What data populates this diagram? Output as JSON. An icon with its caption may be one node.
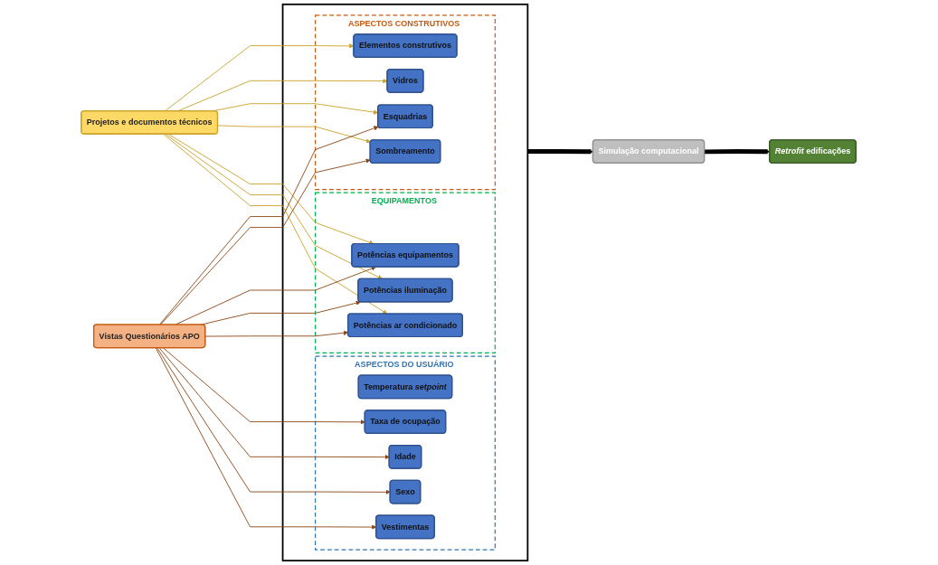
{
  "diagram": {
    "nodes": [
      {
        "text": [
          "Projetos e documentos técnicos"
        ]
      },
      {
        "text": [
          "Vistas Questionários APO"
        ]
      },
      {
        "text": [],
        "shape": "box"
      },
      {
        "text": [
          "ASPECTOS CONSTRUTIVOS"
        ],
        "in": 2
      },
      {
        "text": [
          "Elementos construtivos"
        ],
        "in": 3
      },
      {
        "text": [
          "Vidros"
        ],
        "in": 3
      },
      {
        "text": [
          "Esquadrias"
        ],
        "in": 3
      },
      {
        "text": [
          "Sombreamento"
        ],
        "in": 3
      },
      {
        "text": [
          "EQUIPAMENTOS"
        ],
        "in": 2
      },
      {
        "text": [
          "Potências equipamentos"
        ],
        "in": 8
      },
      {
        "text": [
          "Potências iluminação"
        ],
        "in": 8
      },
      {
        "text": [
          "Potências ar condicionado"
        ],
        "in": 8
      },
      {
        "text": [
          "ASPECTOS DO USUÁRIO"
        ],
        "in": 2
      },
      {
        "text": [
          "Taxa de ocupação"
        ],
        "in": 12
      },
      {
        "text": [
          "Idade"
        ],
        "in": 12
      },
      {
        "text": [
          "Sexo"
        ],
        "in": 12
      },
      {
        "text": [
          "Vestimentas"
        ],
        "in": 12
      },
      {
        "text": [
          "Temperatura *setpoint*"
        ],
        "in": 12
      },
      {
        "text": [
          "Simulação computacional"
        ]
      },
      {
        "text": [
          "*Retrofit* edificações"
        ]
      }
    ],
    "edges": [
      {
        "from": 0,
        "to": 4,
        "arrow": "to",
        "color": "#c9a227"
      },
      {
        "from": 0,
        "to": 5,
        "arrow": "to",
        "color": "#c9a227"
      },
      {
        "from": 0,
        "to": 6,
        "arrow": "to",
        "color": "#c9a227"
      },
      {
        "from": 0,
        "to": 7,
        "arrow": "to",
        "color": "#c9a227"
      },
      {
        "from": 0,
        "to": 9,
        "arrow": "to",
        "color": "#c9a227"
      },
      {
        "from": 0,
        "to": 10,
        "arrow": "to",
        "color": "#c9a227"
      },
      {
        "from": 0,
        "to": 11,
        "arrow": "to",
        "color": "#c9a227"
      },
      {
        "from": 1,
        "to": 6,
        "arrow": "to"
      },
      {
        "from": 1,
        "to": 7,
        "arrow": "to"
      },
      {
        "from": 1,
        "to": 9,
        "arrow": "to"
      },
      {
        "from": 1,
        "to": 10,
        "arrow": "to"
      },
      {
        "from": 1,
        "to": 11,
        "arrow": "to"
      },
      {
        "from": 1,
        "to": 13,
        "arrow": "to"
      },
      {
        "from": 1,
        "to": 14,
        "arrow": "to"
      },
      {
        "from": 1,
        "to": 15,
        "arrow": "to"
      },
      {
        "from": 1,
        "to": 16,
        "arrow": "to"
      },
      {
        "from": 2,
        "to": 18,
        "arrow": "to",
        "style": "thick",
        "color": "#000000"
      },
      {
        "from": 18,
        "to": 19,
        "arrow": "to",
        "style": "thick",
        "color": "#000000"
      }
    ]
  }
}
